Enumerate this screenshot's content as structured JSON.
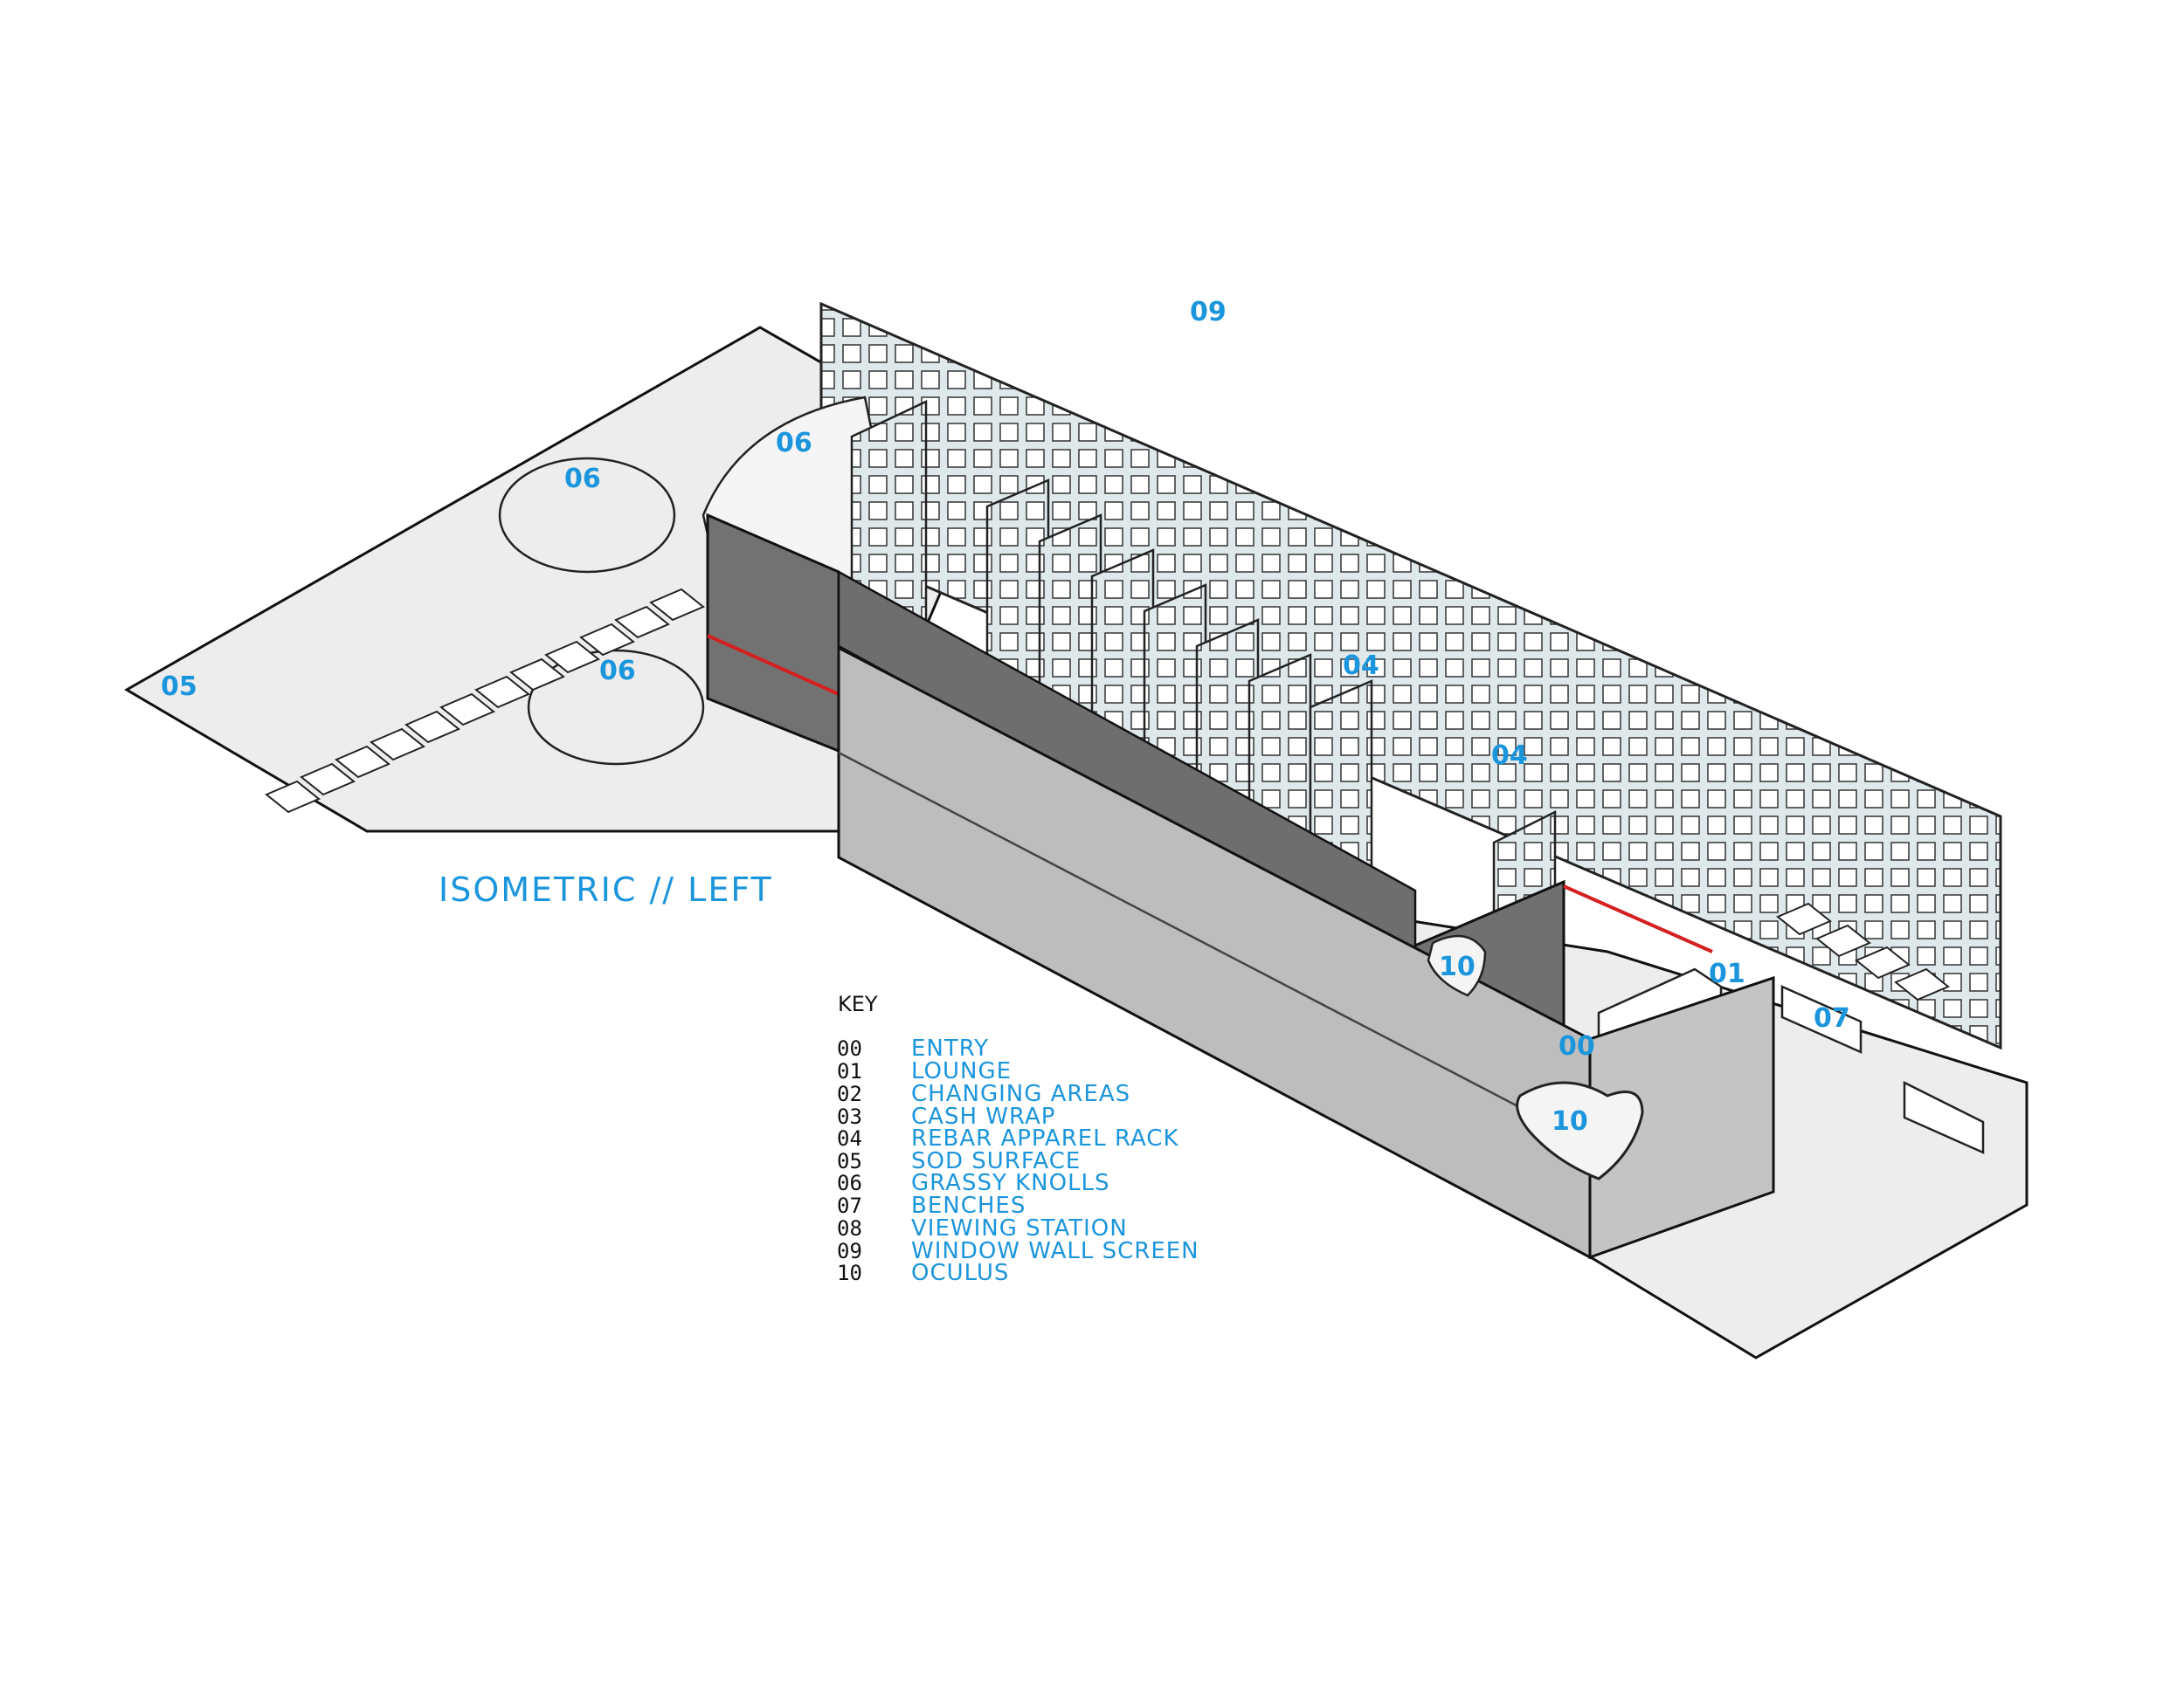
{
  "title": "ISOMETRIC // LEFT",
  "key": {
    "heading": "KEY",
    "items": [
      {
        "code": "00",
        "name": "ENTRY"
      },
      {
        "code": "01",
        "name": "LOUNGE"
      },
      {
        "code": "02",
        "name": "CHANGING AREAS"
      },
      {
        "code": "03",
        "name": "CASH WRAP"
      },
      {
        "code": "04",
        "name": "REBAR APPAREL RACK"
      },
      {
        "code": "05",
        "name": "SOD SURFACE"
      },
      {
        "code": "06",
        "name": "GRASSY KNOLLS"
      },
      {
        "code": "07",
        "name": "BENCHES"
      },
      {
        "code": "08",
        "name": "VIEWING STATION"
      },
      {
        "code": "09",
        "name": "WINDOW WALL SCREEN"
      },
      {
        "code": "10",
        "name": "OCULUS"
      }
    ]
  },
  "callouts": {
    "window_wall": "09",
    "knoll_top": "06",
    "knoll_upper": "06",
    "knoll_lower": "06",
    "sod": "05",
    "rack_a": "04",
    "rack_b": "04",
    "oculus_inner": "10",
    "oculus_outer": "10",
    "lounge": "01",
    "entry": "00",
    "benches": "07"
  },
  "colors": {
    "accent_blue": "#1b95dc",
    "stripe_red": "#d42020",
    "dark_wall": "#707070",
    "light_wall": "#b8b8b8",
    "ground": "#ededed"
  }
}
